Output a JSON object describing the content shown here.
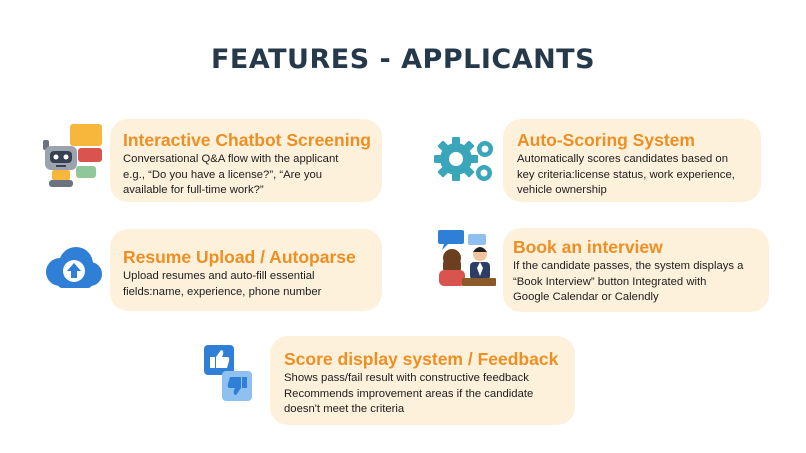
{
  "title": "FEATURES - APPLICANTS",
  "features": [
    {
      "title": "Interactive Chatbot Screening",
      "description": "Conversational Q&A flow with the applicant\ne.g., “Do you have a license?”, “Are you\navailable for full-time work?”",
      "icon": "chatbot-robot-icon"
    },
    {
      "title": "Auto-Scoring System",
      "description": "Automatically scores candidates based on\nkey criteria:license status, work experience,\nvehicle ownership",
      "icon": "gears-icon"
    },
    {
      "title": "Resume Upload / Autoparse",
      "description": "Upload resumes and auto-fill essential\nfields:name, experience, phone number",
      "icon": "cloud-upload-icon"
    },
    {
      "title": "Book an interview",
      "description": "If the candidate passes, the system displays a\n“Book Interview” button Integrated with\nGoogle Calendar or Calendly",
      "icon": "interview-icon"
    },
    {
      "title": "Score display system / Feedback",
      "description": "Shows pass/fail result with constructive feedback\n Recommends improvement areas if the candidate\ndoesn't meet the criteria",
      "icon": "thumbs-up-down-icon"
    }
  ],
  "colors": {
    "title": "#25394b",
    "card_background": "#fdf1dc",
    "heading_accent": "#ef8e22",
    "icon_teal": "#3aa6b9",
    "icon_blue": "#2f7fd6"
  }
}
